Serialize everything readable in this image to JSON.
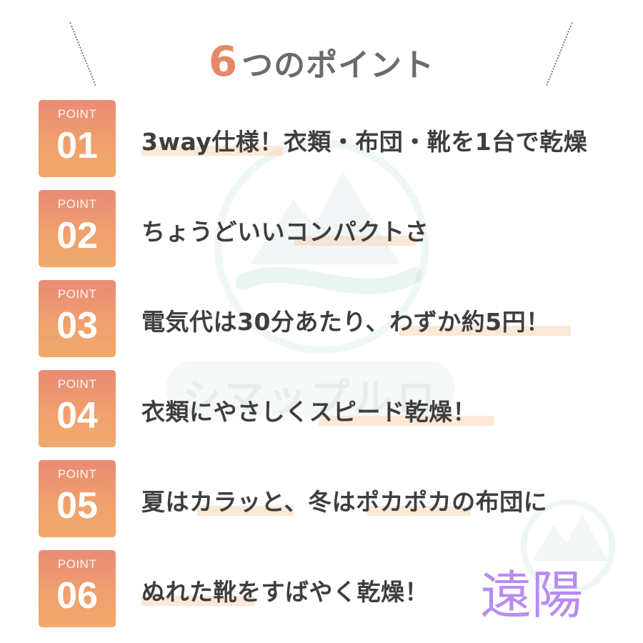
{
  "title": {
    "number": "6",
    "text": "つのポイント"
  },
  "watermark": {
    "text": "シマップルロ"
  },
  "badge_label": "POINT",
  "points": [
    {
      "no": "01",
      "text": "3way仕様！衣類・布団・靴を1台で乾燥"
    },
    {
      "no": "02",
      "text": "ちょうどいいコンパクトさ"
    },
    {
      "no": "03",
      "text": "電気代は30分あたり、わずか約5円！"
    },
    {
      "no": "04",
      "text": "衣類にやさしくスピード乾燥！"
    },
    {
      "no": "05",
      "text": "夏はカラッと、冬はポカポカの布団に"
    },
    {
      "no": "06",
      "text": "ぬれた靴をすばやく乾燥！"
    }
  ],
  "stamp": "遠陽",
  "colors": {
    "accent": "#e5896a",
    "badge_top": "#ea8a76",
    "badge_bottom": "#f1aa6b",
    "highlight": "#f8d6b4",
    "stamp": "#b88cf0"
  }
}
